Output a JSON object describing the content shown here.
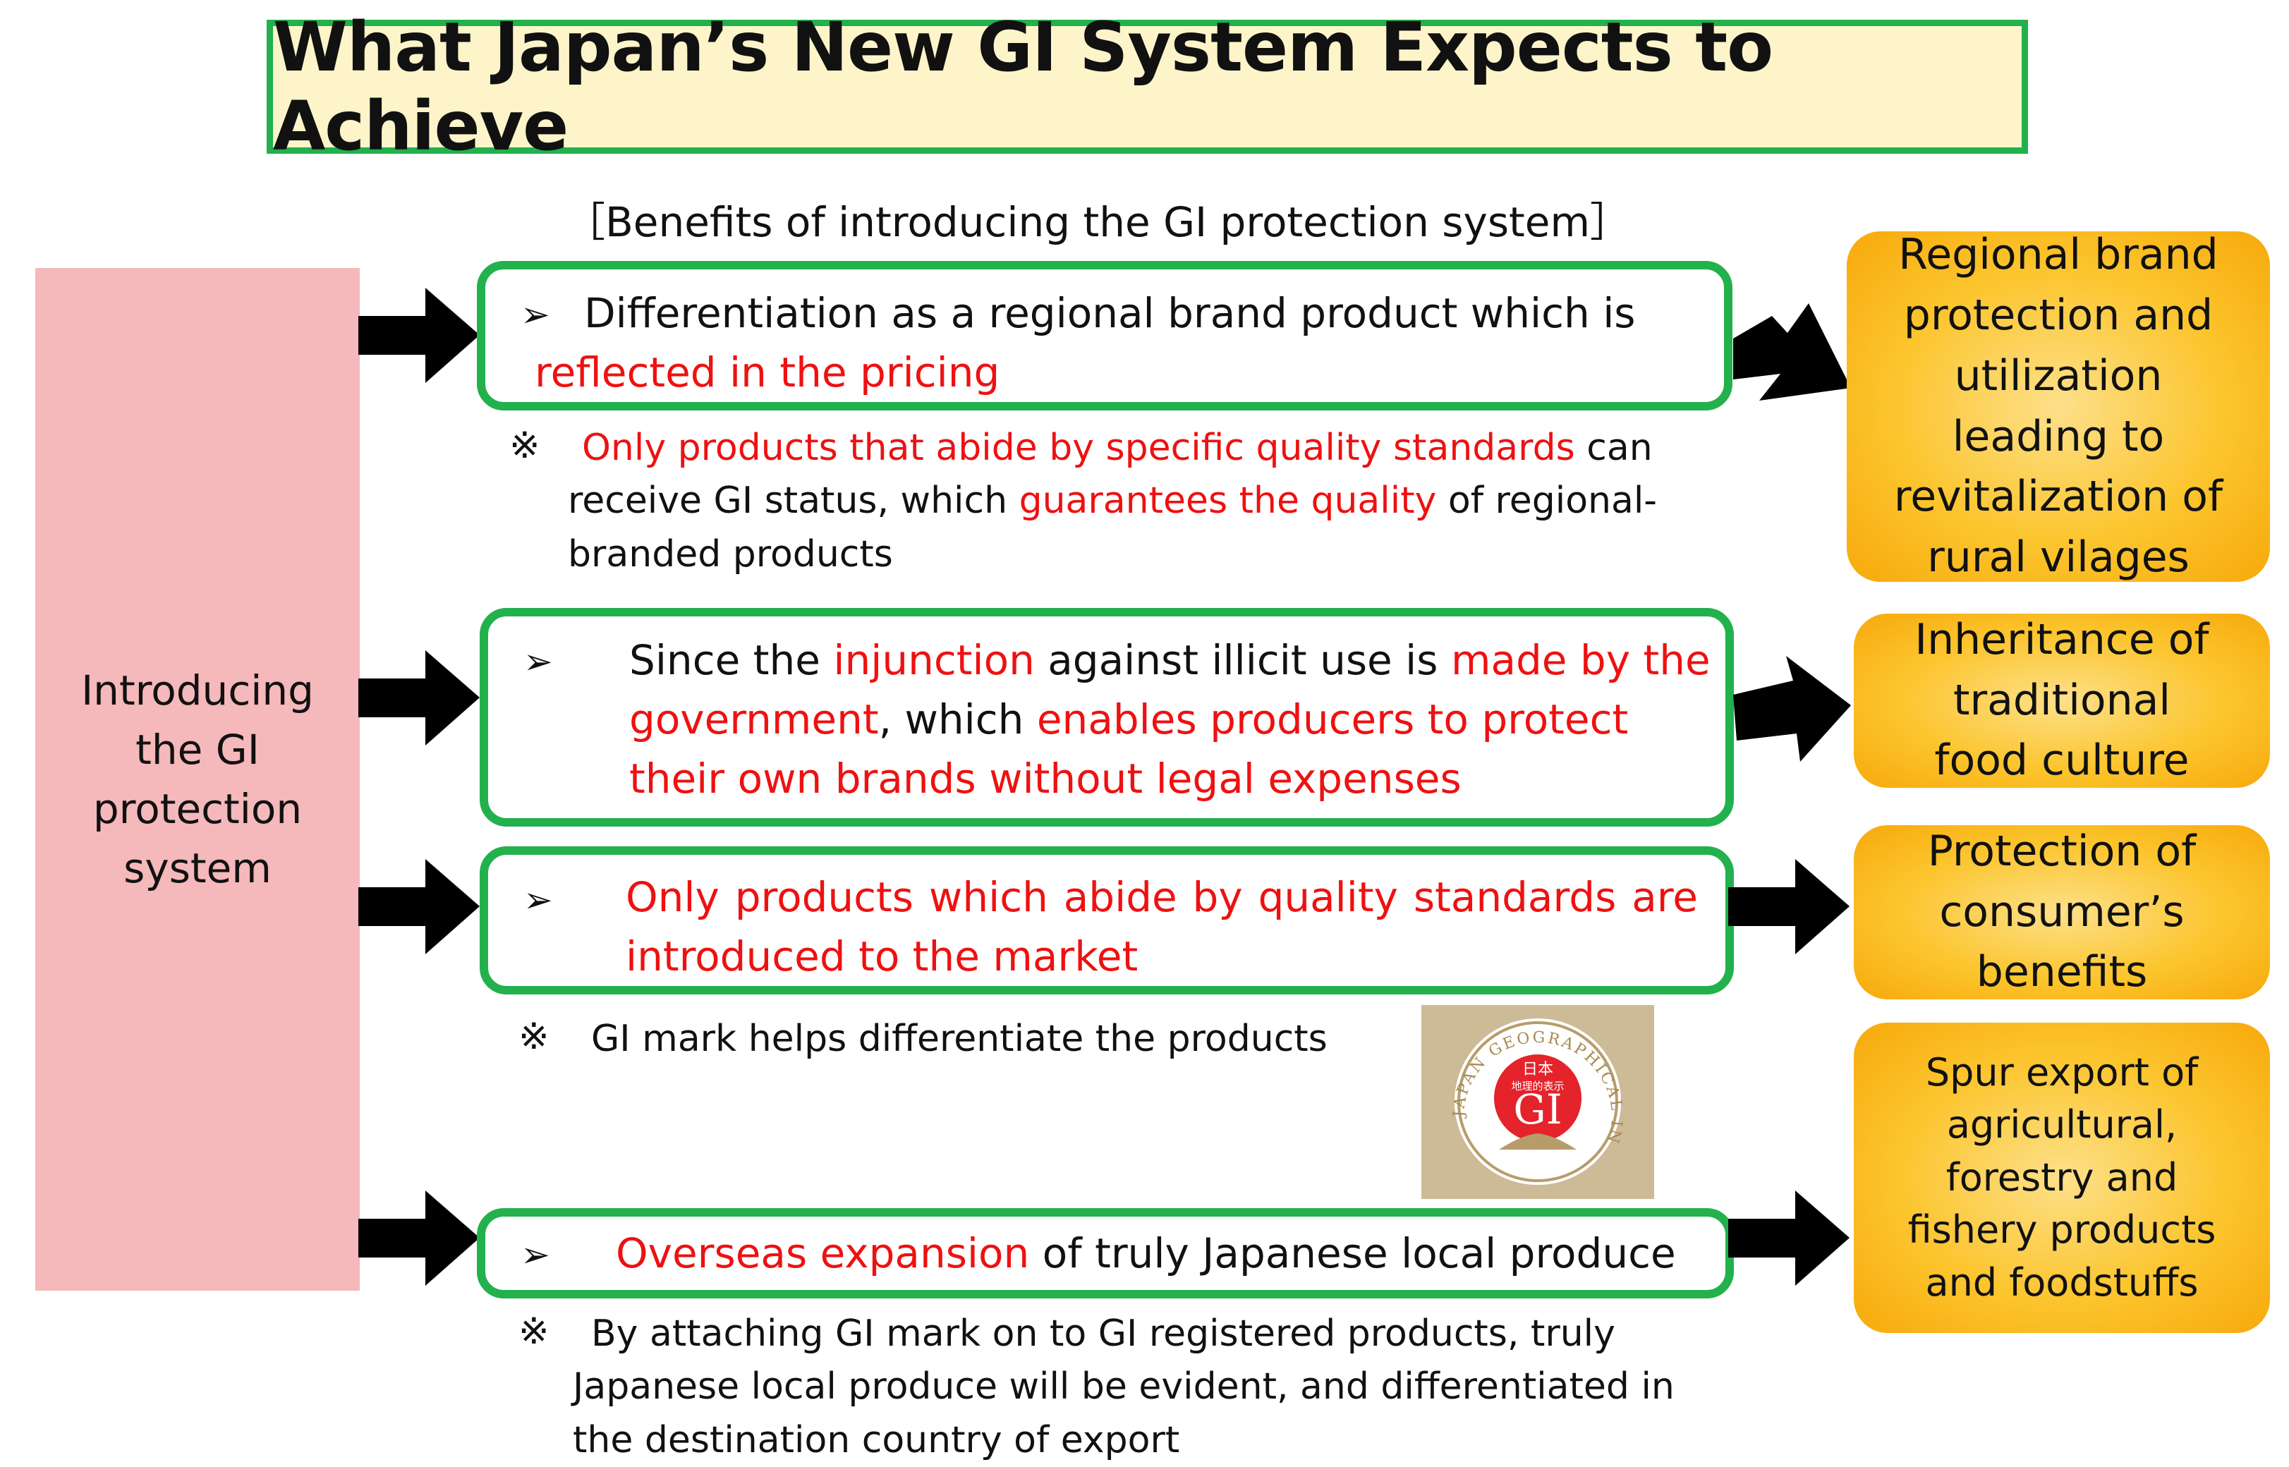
{
  "title": "What Japan’s New GI System Expects to Achieve",
  "subtitle": "［Benefits of introducing the GI protection system］",
  "source": {
    "label": "Introducing the GI protection system"
  },
  "bullet_symbol": "➢",
  "note_symbol": "※",
  "benefits": [
    {
      "segments": [
        {
          "text": "Differentiation as a regional brand product which is ",
          "highlight": false
        },
        {
          "text": "reflected in the pricing",
          "highlight": true
        }
      ],
      "note": [
        {
          "text": "Only products that abide by specific quality standards",
          "highlight": true
        },
        {
          "text": " can receive GI status,   which  ",
          "highlight": false
        },
        {
          "text": "guarantees the quality",
          "highlight": true
        },
        {
          "text": " of regional-branded products",
          "highlight": false
        }
      ]
    },
    {
      "segments": [
        {
          "text": "Since the ",
          "highlight": false
        },
        {
          "text": "injunction",
          "highlight": true
        },
        {
          "text": " against illicit use is ",
          "highlight": false
        },
        {
          "text": "made by the government",
          "highlight": true
        },
        {
          "text": ", which ",
          "highlight": false
        },
        {
          "text": "enables producers to protect their own brands without legal expenses",
          "highlight": true
        }
      ]
    },
    {
      "segments": [
        {
          "text": "Only products which abide by quality standards are introduced to the market",
          "highlight": true
        }
      ],
      "note": [
        {
          "text": "GI mark helps differentiate the products",
          "highlight": false
        }
      ]
    },
    {
      "segments": [
        {
          "text": "Overseas expansion",
          "highlight": true
        },
        {
          "text": " of truly Japanese local produce",
          "highlight": false
        }
      ],
      "note": [
        {
          "text": "By attaching GI mark on to GI registered products, truly Japanese local produce will be evident, and differentiated in the destination country of export",
          "highlight": false
        }
      ]
    }
  ],
  "outcomes": [
    "Regional brand protection and utilization leading to revitalization of rural vilages",
    "Inheritance of traditional food culture",
    "Protection of consumer’s benefits",
    "Spur export of agricultural, forestry and fishery products and foodstuffs"
  ],
  "gi_logo": {
    "arc_text": "JAPAN GEOGRAPHICAL INDICATION",
    "top_text": "日本",
    "sub_text": "地理的表示",
    "center_text": "GI"
  },
  "colors": {
    "title_border": "#22b14c",
    "title_fill": "#fdf5c9",
    "source_fill": "#f5b8bb",
    "highlight": "#ee1111",
    "outcome_fill": "#fcc52e",
    "logo_red": "#e5232b"
  }
}
